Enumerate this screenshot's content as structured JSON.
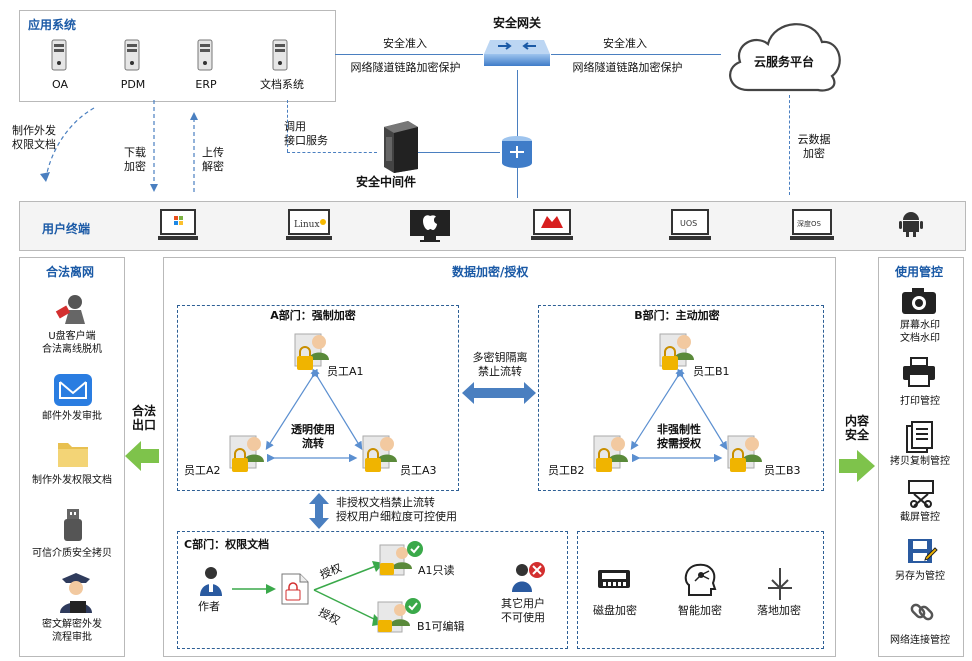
{
  "app_system": {
    "title": "应用系统",
    "items": [
      "OA",
      "PDM",
      "ERP",
      "文档系统"
    ]
  },
  "gateway": {
    "title": "安全网关",
    "left_line1": "安全准入",
    "left_line2": "网络隧道链路加密保护",
    "right_line1": "安全准入",
    "right_line2": "网络隧道链路加密保护"
  },
  "cloud": {
    "title": "云服务平台",
    "data_label": "云数据\n加密"
  },
  "middleware": {
    "title": "安全中间件",
    "call_label": "调用\n接口服务"
  },
  "flows": {
    "make_external": "制作外发\n权限文档",
    "download": "下载\n加密",
    "upload": "上传\n解密"
  },
  "terminals": {
    "title": "用户终端",
    "os": [
      "Windows",
      "Linux",
      "Mac",
      "Huawei",
      "UOS",
      "深度OS",
      "Android"
    ]
  },
  "left_panel": {
    "title": "合法离网",
    "items": [
      "U盘客户端\n合法离线脱机",
      "邮件外发审批",
      "制作外发权限文档",
      "可信介质安全拷贝",
      "密文解密外发\n流程审批"
    ],
    "arrow_label": "合法\n出口"
  },
  "center": {
    "title": "数据加密/授权",
    "dept_a": {
      "title": "A部门：强制加密",
      "center_label": "透明使用\n流转",
      "users": [
        "员工A1",
        "员工A2",
        "员工A3"
      ]
    },
    "dept_b": {
      "title": "B部门：主动加密",
      "center_label": "非强制性\n按需授权",
      "users": [
        "员工B1",
        "员工B2",
        "员工B3"
      ]
    },
    "isolation_label": "多密钥隔离\n禁止流转",
    "vertical_label": "非授权文档禁止流转\n授权用户细粒度可控使用",
    "dept_c": {
      "title": "C部门：权限文档",
      "author": "作者",
      "auth_label": "授权",
      "a1": "A1只读",
      "b1": "B1可编辑",
      "other": "其它用户\n不可使用"
    },
    "encrypt_types": [
      "磁盘加密",
      "智能加密",
      "落地加密"
    ]
  },
  "right_panel": {
    "title": "使用管控",
    "items": [
      "屏幕水印\n文档水印",
      "打印管控",
      "拷贝复制管控",
      "截屏管控",
      "另存为管控",
      "网络连接管控"
    ],
    "arrow_label": "内容\n安全"
  },
  "colors": {
    "accent": "#1b5aa6",
    "green": "#7ec34b",
    "gold": "#f0b400",
    "blue_arrow": "#5b8fd0"
  }
}
